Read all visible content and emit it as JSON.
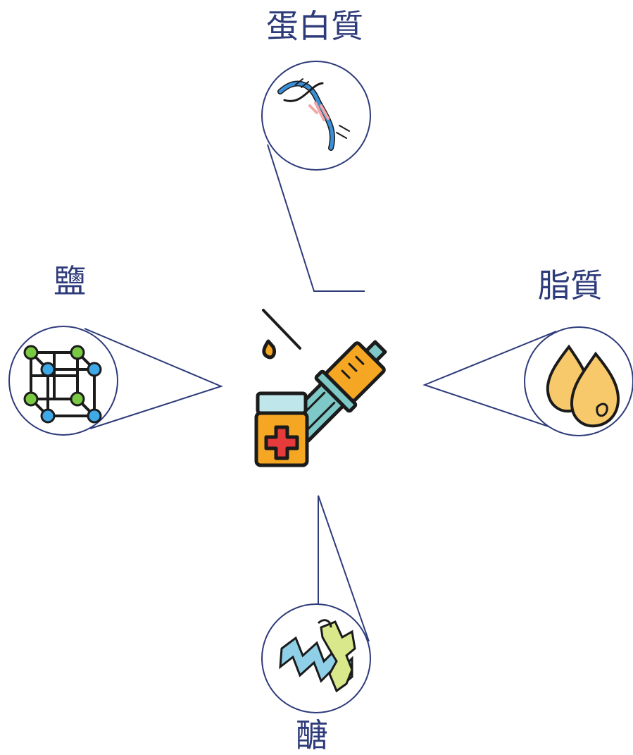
{
  "labels": {
    "top": "蛋白質",
    "left": "鹽",
    "right": "脂質",
    "bottom": "醣"
  },
  "colors": {
    "outline": "#2e3b7a",
    "icon_stroke": "#1b1b1b",
    "syringe_orange": "#f5a623",
    "syringe_teal": "#7ec8c8",
    "cross_red": "#e63b3b",
    "node_green": "#7ac943",
    "node_blue": "#3fa9e8",
    "drop_yellow": "#f7c96a",
    "dna_blue": "#3a8fd8",
    "dna_pink": "#f2a8a8",
    "helix_yellow": "#d8e88a",
    "helix_blue": "#8fd0e8"
  },
  "icons": {
    "center": "syringe-and-vial-icon",
    "top": "dna-icon",
    "left": "crystal-lattice-icon",
    "right": "oil-drops-icon",
    "bottom": "double-helix-icon"
  }
}
